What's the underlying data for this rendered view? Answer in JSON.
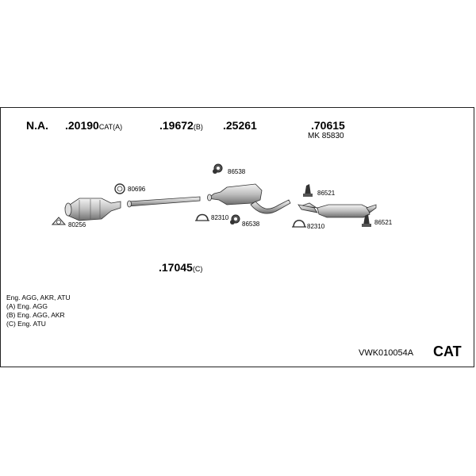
{
  "header": {
    "na": "N.A.",
    "p20190": ".20190",
    "p20190_suffix": "CAT(A)",
    "p19672": ".19672",
    "p19672_suffix": "(B)",
    "p25261": ".25261",
    "p70615": ".70615",
    "mk": "MK  85830"
  },
  "parts": {
    "p86538_top": "86538",
    "p80696": "80696",
    "p86521_top": "86521",
    "p80256": "80256",
    "p82310_left": "82310",
    "p86538_bottom": "86538",
    "p82310_right": "82310",
    "p86521_bottom": "86521",
    "p17045": ".17045",
    "p17045_suffix": "(C)"
  },
  "notes": [
    "Eng. AGG, AKR, ATU",
    "(A) Eng. AGG",
    "(B) Eng. AGG, AKR",
    "(C) Eng. ATU"
  ],
  "footer": {
    "code": "VWK010054A",
    "cat": "CAT"
  },
  "colors": {
    "part_fill": "#d8d8d8",
    "stroke": "#333333"
  }
}
